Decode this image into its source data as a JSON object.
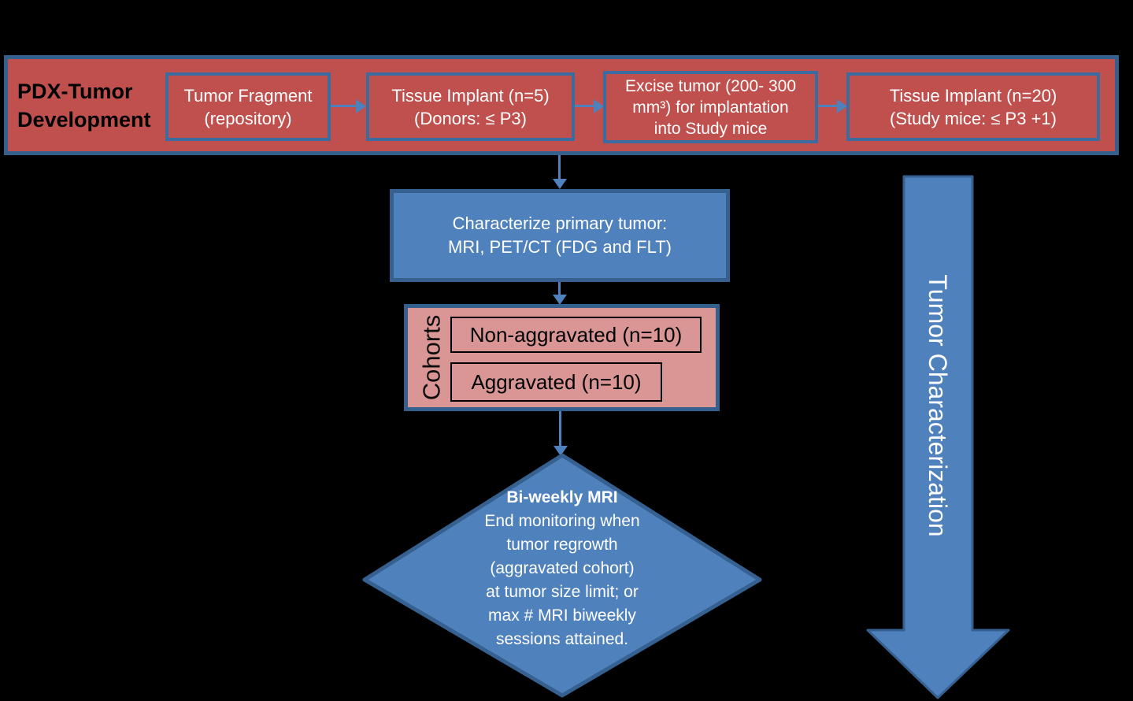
{
  "colors": {
    "background": "#000000",
    "banner_fill": "#c0504d",
    "banner_border": "#34608d",
    "box_border": "#3c6ba0",
    "blue_fill": "#4f81bd",
    "blue_border": "#36608f",
    "pink_fill": "#d99694",
    "connector": "#4f81bd",
    "inner_box_border": "#000000",
    "text_dark": "#000000",
    "text_light": "#ffffff"
  },
  "banner": {
    "title_lines": [
      "PDX-Tumor",
      "Development"
    ],
    "boxes": [
      {
        "lines": [
          "Tumor Fragment",
          "(repository)"
        ]
      },
      {
        "lines": [
          "Tissue Implant (n=5)",
          "(Donors: ≤ P3)"
        ]
      },
      {
        "lines": [
          "Excise tumor (200- 300",
          "mm³) for implantation",
          "into Study mice"
        ]
      },
      {
        "lines": [
          "Tissue Implant (n=20)",
          "(Study mice: ≤ P3 +1)"
        ]
      }
    ]
  },
  "characterize_box": {
    "lines": [
      "Characterize primary tumor:",
      "MRI, PET/CT (FDG and FLT)"
    ]
  },
  "cohorts": {
    "label": "Cohorts",
    "items": [
      "Non-aggravated (n=10)",
      "Aggravated (n=10)"
    ]
  },
  "decision_diamond": {
    "title": "Bi-weekly MRI",
    "lines": [
      "End monitoring when",
      "tumor regrowth",
      "(aggravated cohort)",
      "at tumor size limit; or",
      "max # MRI biweekly",
      "sessions attained."
    ]
  },
  "side_arrow": {
    "label": "Tumor Characterization"
  }
}
